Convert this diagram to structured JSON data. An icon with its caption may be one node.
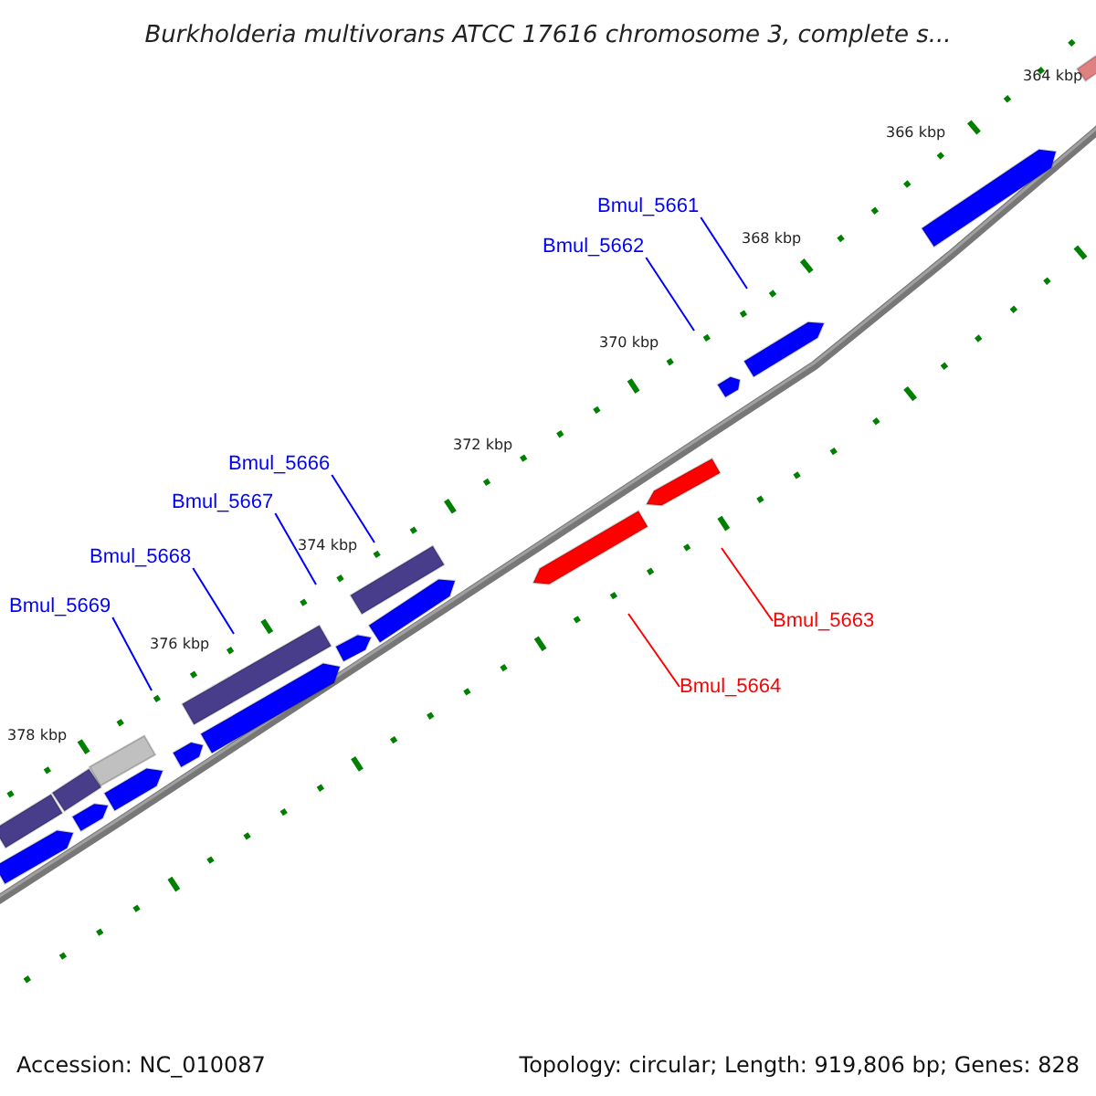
{
  "diagram": {
    "title": "Burkholderia multivorans ATCC 17616 chromosome 3, complete s...",
    "nodes": [
      {
        "text": [
          "Bmul_5661"
        ]
      },
      {
        "text": [
          "Bmul_5662"
        ]
      },
      {
        "text": [
          "Bmul_5666"
        ]
      },
      {
        "text": [
          "Bmul_5667"
        ]
      },
      {
        "text": [
          "Bmul_5668"
        ]
      },
      {
        "text": [
          "Bmul_5669"
        ]
      },
      {
        "text": [
          "Bmul_5663"
        ]
      },
      {
        "text": [
          "Bmul_5664"
        ]
      }
    ],
    "edges": [
      {
        "from": 0,
        "to": null,
        "arrow": "none"
      },
      {
        "from": 1,
        "to": null,
        "arrow": "none"
      },
      {
        "from": 2,
        "to": null,
        "arrow": "none"
      },
      {
        "from": 3,
        "to": null,
        "arrow": "none"
      },
      {
        "from": 4,
        "to": null,
        "arrow": "none"
      },
      {
        "from": 5,
        "to": null,
        "arrow": "none"
      },
      {
        "from": 6,
        "to": null,
        "arrow": "none",
        "color": "#ff0000"
      },
      {
        "from": 7,
        "to": null,
        "arrow": "none",
        "color": "#ff0000"
      }
    ],
    "labels": [
      "364 kbp",
      "366 kbp",
      "368 kbp",
      "370 kbp",
      "372 kbp",
      "374 kbp",
      "376 kbp",
      "378 kbp",
      "Accession: NC_010087",
      "Topology: circular; Length: 919,806 bp; Genes: 828"
    ]
  }
}
